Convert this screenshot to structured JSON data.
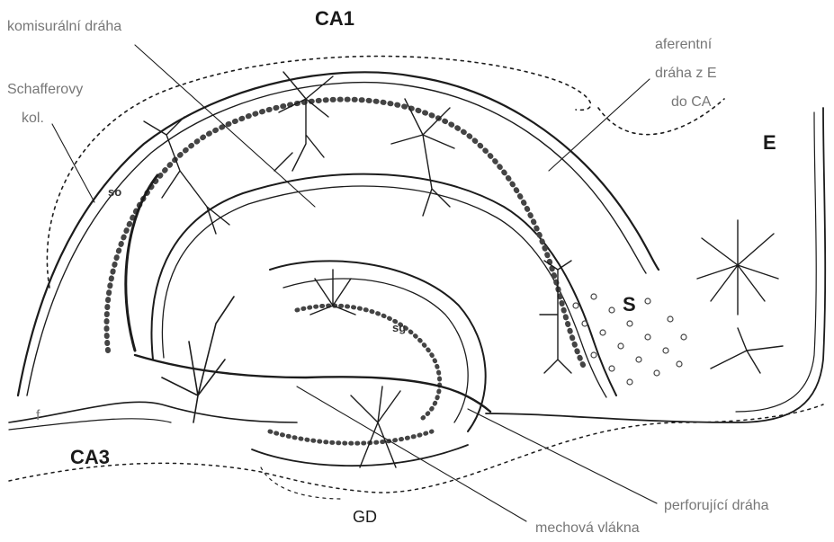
{
  "regions": {
    "ca1": "CA1",
    "ca3": "CA3",
    "e": "E",
    "gd": "GD",
    "s": "S",
    "f": "f"
  },
  "annotations": {
    "commissural": "komisurální dráha",
    "schaffer_line1": "Schafferovy",
    "schaffer_line2": "kol.",
    "afferent_line1": "aferentní",
    "afferent_line2": "dráha z E",
    "afferent_line3": "do CA",
    "perforant": "perforující dráha",
    "mossy": "mechová vlákna"
  },
  "small_labels": {
    "so": "so",
    "sg": "sg"
  },
  "colors": {
    "line": "#1c1c1c",
    "label_gray": "#777777"
  }
}
